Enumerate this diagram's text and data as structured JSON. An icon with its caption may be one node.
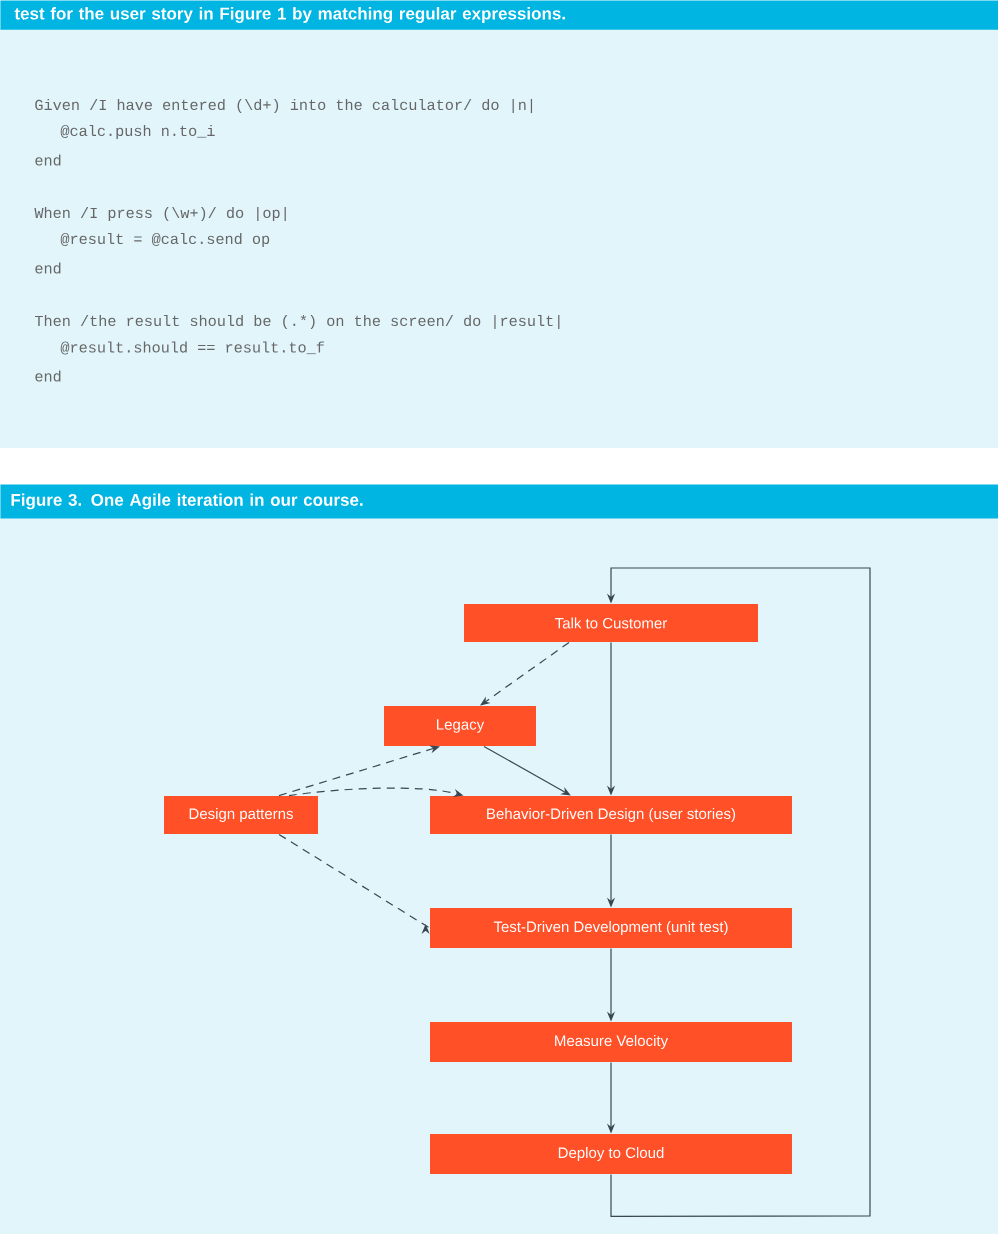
{
  "diagram": {
    "title": "Figure 3. One Agile iteration in our course.",
    "nodes": [
      {
        "text": [
          "Talk to Customer"
        ]
      },
      {
        "text": [
          "Legacy"
        ]
      },
      {
        "text": [
          "Design patterns"
        ]
      },
      {
        "text": [
          "Behavior-Driven Design (user stories)"
        ]
      },
      {
        "text": [
          "Test-Driven Development (unit test)"
        ]
      },
      {
        "text": [
          "Measure Velocity"
        ]
      },
      {
        "text": [
          "Deploy to Cloud"
        ]
      }
    ],
    "edges": [
      {
        "from": 0,
        "to": 1,
        "arrow": "to",
        "style": "dashed"
      },
      {
        "from": 0,
        "to": 3,
        "arrow": "to"
      },
      {
        "from": 1,
        "to": 3,
        "arrow": "to"
      },
      {
        "from": 2,
        "to": 1,
        "arrow": "to",
        "style": "dashed"
      },
      {
        "from": 2,
        "to": 3,
        "arrow": "to",
        "style": "dashed"
      },
      {
        "from": 2,
        "to": 4,
        "arrow": "to",
        "style": "dashed"
      },
      {
        "from": 3,
        "to": 4,
        "arrow": "to"
      },
      {
        "from": 4,
        "to": 5,
        "arrow": "to"
      },
      {
        "from": 5,
        "to": 6,
        "arrow": "to"
      },
      {
        "from": 6,
        "to": 0,
        "arrow": "to"
      }
    ],
    "labels": [
      "test for the user story in Figure 1 by matching regular expressions.",
      "Given /I have entered (\\d+) into the calculator/ do |n|",
      "@calc.push n.to_i",
      "end",
      "When /I press (\\w+)/ do |op|",
      "@result = @calc.send op",
      "end",
      "Then /the result should be (.*) on the screen/ do |result|",
      "@result.should == result.to_f",
      "end"
    ]
  }
}
